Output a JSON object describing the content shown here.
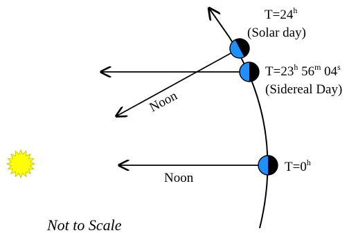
{
  "labels": {
    "solar_day_time_main": "T=24",
    "solar_day_time_sup": "h",
    "solar_day_caption": "(Solar day)",
    "sidereal_time_main1": "T=23",
    "sidereal_time_sup1": "h",
    "sidereal_time_main2": " 56",
    "sidereal_time_sup2": "m",
    "sidereal_time_main3": " 04",
    "sidereal_time_sup3": "s",
    "sidereal_caption": "(Sidereal Day)",
    "start_time_main": "T=0",
    "start_time_sup": "h",
    "noon_upper": "Noon",
    "noon_lower": "Noon",
    "scale_note": "Not to Scale"
  },
  "colors": {
    "day_side": "#1E90FF",
    "night_side": "#000000",
    "sun_fill": "#FFFF00",
    "sun_outline": "#C8C800",
    "line": "#000000"
  },
  "icons": {
    "sun": "sun-icon",
    "earth": "earth-icon"
  }
}
